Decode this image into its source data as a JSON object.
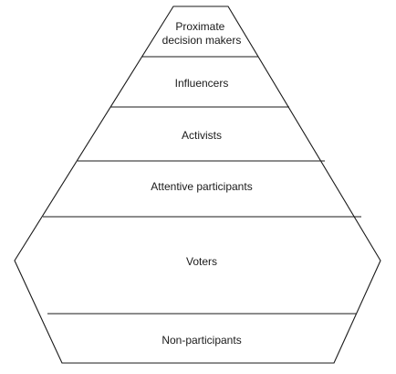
{
  "levels": [
    {
      "lines": [
        "Proximate",
        "decision makers"
      ]
    },
    {
      "lines": [
        "Influencers"
      ]
    },
    {
      "lines": [
        "Activists"
      ]
    },
    {
      "lines": [
        "Attentive participants"
      ]
    },
    {
      "lines": [
        "Voters"
      ]
    },
    {
      "lines": [
        "Non-participants"
      ]
    }
  ],
  "colors": {
    "stroke": "#1a1a1a",
    "fill": "#ffffff"
  }
}
